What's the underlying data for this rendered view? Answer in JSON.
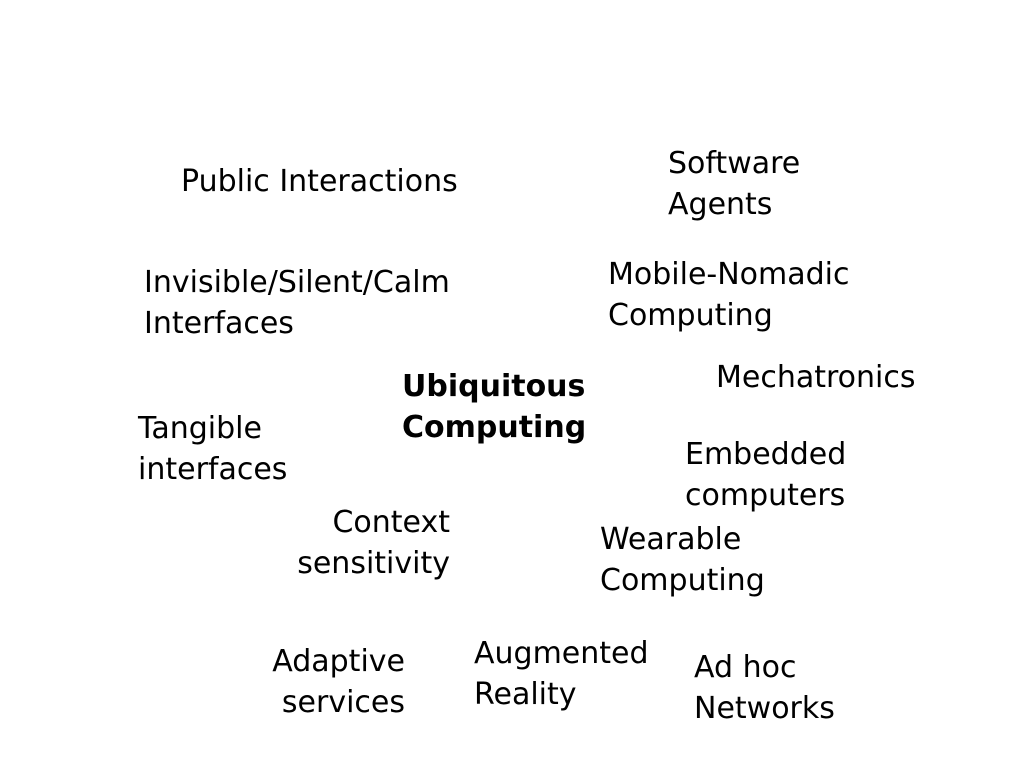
{
  "slide": {
    "center_term": {
      "line1": "Ubiquitous",
      "line2": "Computing"
    },
    "terms": {
      "public_interactions": {
        "line1": "Public Interactions"
      },
      "software_agents": {
        "line1": "Software",
        "line2": "Agents"
      },
      "invisible_interfaces": {
        "line1": "Invisible/Silent/Calm",
        "line2": "Interfaces"
      },
      "mobile_nomadic": {
        "line1": "Mobile-Nomadic",
        "line2": "Computing"
      },
      "mechatronics": {
        "line1": "Mechatronics"
      },
      "tangible_interfaces": {
        "line1": "Tangible",
        "line2": "interfaces"
      },
      "embedded_computers": {
        "line1": "Embedded",
        "line2": "computers"
      },
      "context_sensitivity": {
        "line1": "Context",
        "line2": "sensitivity"
      },
      "wearable_computing": {
        "line1": "Wearable",
        "line2": "Computing"
      },
      "adaptive_services": {
        "line1": "Adaptive",
        "line2": "services"
      },
      "augmented_reality": {
        "line1": "Augmented",
        "line2": "Reality"
      },
      "ad_hoc_networks": {
        "line1": "Ad hoc",
        "line2": "Networks"
      }
    }
  }
}
